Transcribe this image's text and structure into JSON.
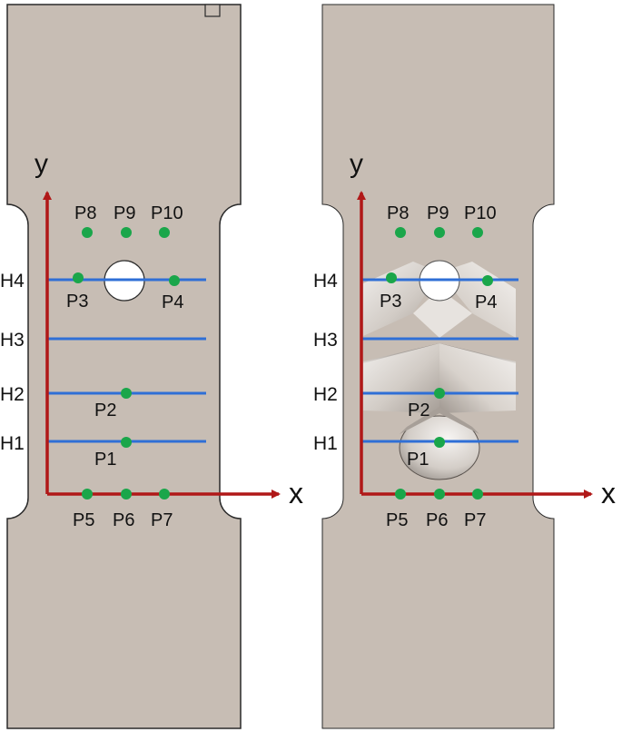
{
  "panels": [
    {
      "id": "left",
      "axes": {
        "x": "x",
        "y": "y"
      },
      "h_lines": [
        "H1",
        "H2",
        "H3",
        "H4"
      ],
      "points": [
        "P1",
        "P2",
        "P3",
        "P4",
        "P5",
        "P6",
        "P7",
        "P8",
        "P9",
        "P10"
      ]
    },
    {
      "id": "right",
      "axes": {
        "x": "x",
        "y": "y"
      },
      "h_lines": [
        "H1",
        "H2",
        "H3",
        "H4"
      ],
      "points": [
        "P1",
        "P2",
        "P3",
        "P4",
        "P5",
        "P6",
        "P7",
        "P8",
        "P9",
        "P10"
      ]
    }
  ],
  "colors": {
    "specimen": "#c7bdb4",
    "outline": "#2a2a2a",
    "axis": "#b01818",
    "h_line": "#2f6fd6",
    "point": "#1aa64a",
    "cutout": "#ffffff"
  }
}
